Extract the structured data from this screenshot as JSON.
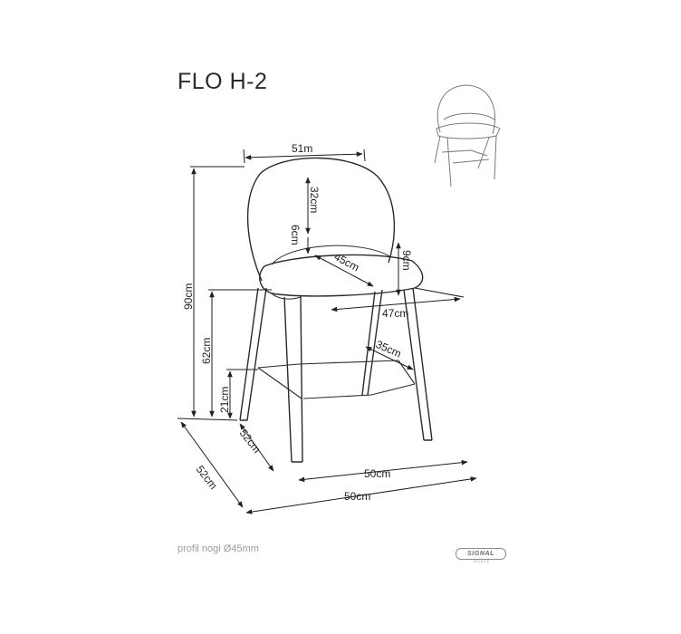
{
  "title": "FLO H-2",
  "footer": "profil nogi Ø45mm",
  "logo": {
    "main": "SIGNAL",
    "sub": "MEBLE"
  },
  "dimensions": {
    "width_top": "51m",
    "back_height": "32cm",
    "back_gap": "6cm",
    "seat_depth": "45cm",
    "seat_thickness": "9cm",
    "total_height": "90cm",
    "seat_height": "62cm",
    "seat_width": "47cm",
    "footrest_depth": "35cm",
    "footrest_height": "21cm",
    "base_depth_inner": "52cm",
    "base_width_inner": "50cm",
    "base_depth_outer": "52cm",
    "base_width_outer": "50cm"
  }
}
